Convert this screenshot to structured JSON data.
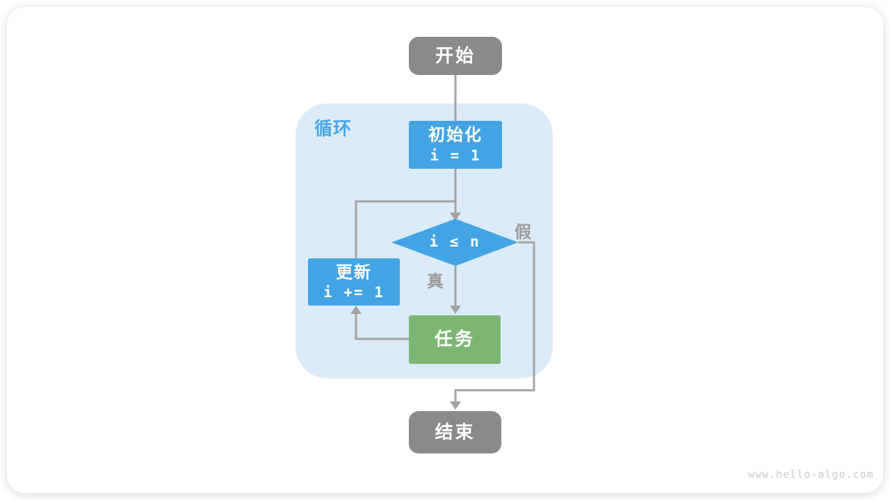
{
  "diagram": {
    "loop_label": "循环",
    "nodes": {
      "start": "开始",
      "init": {
        "title": "初始化",
        "code": "i = 1"
      },
      "condition": "i ≤ n",
      "update": {
        "title": "更新",
        "code": "i += 1"
      },
      "task": "任务",
      "end": "结束"
    },
    "edge_labels": {
      "true_branch": "真",
      "false_branch": "假"
    }
  },
  "watermark": "www.hello-algo.com",
  "colors": {
    "node_blue": "#43a4e5",
    "node_green": "#7db573",
    "node_gray": "#8a8a8a",
    "loop_bg": "#dbebf9",
    "loop_label_color": "#4aa6e8",
    "connector_color": "#a3a3a3",
    "edge_label_color": "#9b9b9b",
    "watermark_color": "#cbcbcb"
  }
}
